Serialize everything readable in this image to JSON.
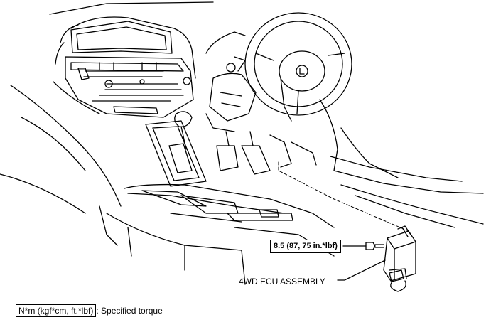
{
  "callouts": {
    "torque": "8.5 (87, 75 in.*lbf)",
    "part": "4WD ECU ASSEMBLY"
  },
  "legend": {
    "unit": "N*m (kgf*cm, ft.*lbf)",
    "description": ": Specified torque"
  },
  "colors": {
    "line": "#000000",
    "background": "#ffffff"
  }
}
